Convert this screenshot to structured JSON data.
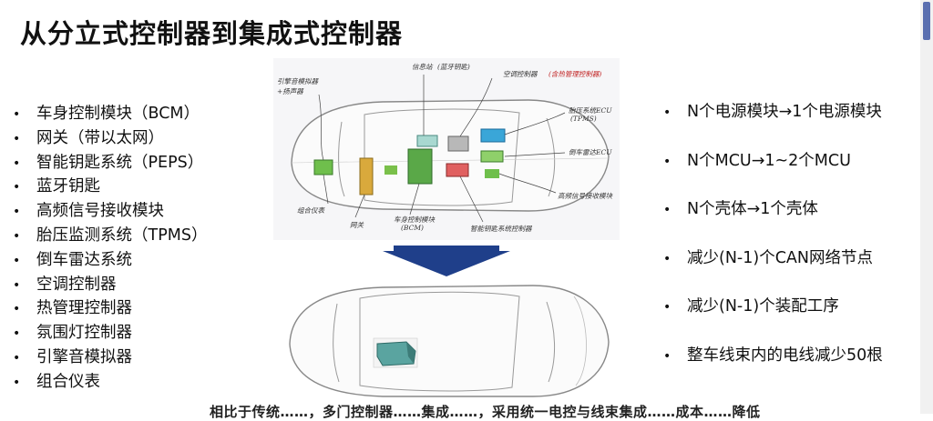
{
  "title": "从分立式控制器到集成式控制器",
  "left_items": [
    "车身控制模块（BCM）",
    "网关（带以太网）",
    "智能钥匙系统（PEPS）",
    "蓝牙钥匙",
    "高频信号接收模块",
    "胎压监测系统（TPMS）",
    "倒车雷达系统",
    "空调控制器",
    "热管理控制器",
    "氛围灯控制器",
    "引擎音模拟器",
    "组合仪表"
  ],
  "right_items": [
    "N个电源模块→1个电源模块",
    "N个MCU→1~2个MCU",
    "N个壳体→1个壳体",
    "减少(N-1)个CAN网络节点",
    "减少(N-1)个装配工序",
    "整车线束内的电线减少50根"
  ],
  "diagram_labels": {
    "engine_sound": "引擎音模拟器",
    "horn": "+扬声器",
    "info_station": "信息站",
    "bluetooth": "(蓝牙钥匙)",
    "ac_ctrl": "空调控制器",
    "thermal": "(含热管理控制器)",
    "tpms": "胎压系统ECU",
    "tpms_sub": "(TPMS)",
    "reverse_radar": "倒车雷达ECU",
    "hf_receiver": "高频信号接收模块",
    "cluster": "组合仪表",
    "gateway": "网关",
    "bcm": "车身控制模块",
    "bcm_sub": "(BCM)",
    "peps": "智能钥匙系统控制器"
  },
  "bottom_text": "相比于传统……，多门控制器……集成……，采用统一电控与线束集成……成本……降低",
  "colors": {
    "arrow": "#1f3f8a",
    "scroll_thumb": "#5a6fb0",
    "diagram_bg": "#f6f6f8"
  }
}
